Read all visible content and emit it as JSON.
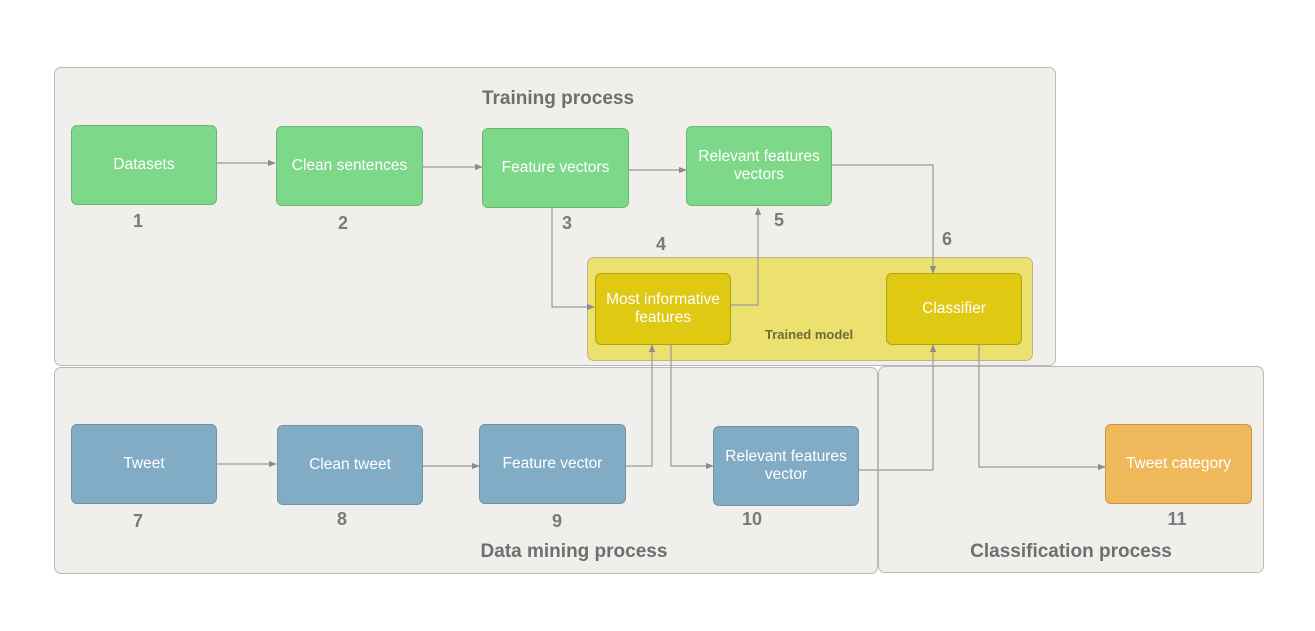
{
  "panels": {
    "training": "Training process",
    "data_mining": "Data mining process",
    "classification": "Classification process"
  },
  "trained_model": "Trained model",
  "nodes": {
    "datasets": {
      "label": "Datasets",
      "num": "1"
    },
    "clean_sentences": {
      "label": "Clean sentences",
      "num": "2"
    },
    "feature_vectors": {
      "label": "Feature vectors",
      "num": "3"
    },
    "most_informative": {
      "label": "Most informative features",
      "num": "4"
    },
    "relevant_features_vectors": {
      "label": "Relevant features vectors",
      "num": "5"
    },
    "classifier": {
      "label": "Classifier",
      "num": "6"
    },
    "tweet": {
      "label": "Tweet",
      "num": "7"
    },
    "clean_tweet": {
      "label": "Clean tweet",
      "num": "8"
    },
    "feature_vector": {
      "label": "Feature vector",
      "num": "9"
    },
    "relevant_features_vector": {
      "label": "Relevant features vector",
      "num": "10"
    },
    "tweet_category": {
      "label": "Tweet category",
      "num": "11"
    }
  },
  "colors": {
    "training_node": "#7dd88a",
    "data_mining_node": "#82abc6",
    "model_node": "#e0c913",
    "model_area": "#ece06e",
    "output_node": "#efb85a",
    "connector": "#8c8c8c"
  }
}
